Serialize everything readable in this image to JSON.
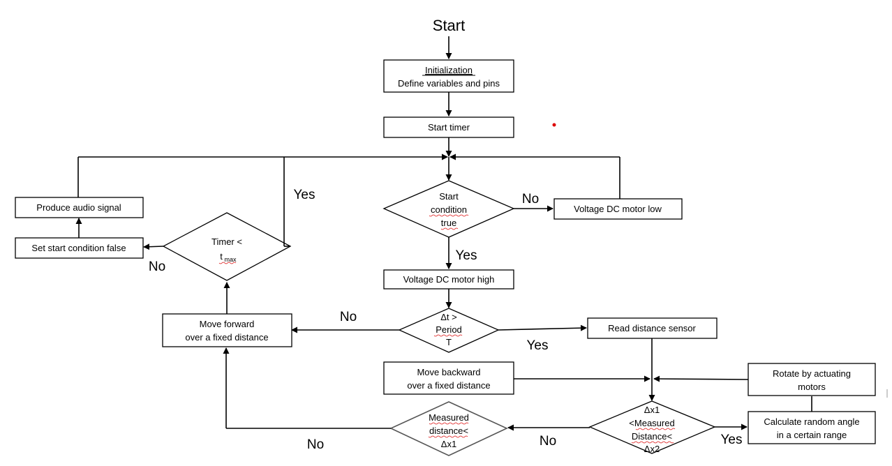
{
  "start": "Start",
  "nodes": {
    "init_title": "Initialization",
    "init_sub": "Define variables and pins",
    "start_timer": "Start timer",
    "start_cond_1": "Start",
    "start_cond_2": "condition",
    "start_cond_3": "true",
    "motor_low": "Voltage DC motor low",
    "motor_high": "Voltage DC motor high",
    "dt_1": "Δt >",
    "dt_2": "Period",
    "dt_3": "T",
    "read_sensor": "Read distance sensor",
    "move_fwd_1": "Move forward",
    "move_fwd_2": "over a fixed distance",
    "timer_1": "Timer <",
    "timer_2": "t",
    "timer_sub": "max",
    "set_false": "Set start condition false",
    "audio": "Produce audio signal",
    "move_back_1": "Move backward",
    "move_back_2": "over a fixed distance",
    "meas1_1": "Measured",
    "meas1_2": "distance<",
    "meas1_3": "Δx1",
    "meas2_1": "Δx1",
    "meas2_2": "<Measured",
    "meas2_3": "Distance<",
    "meas2_4": "Δx2",
    "rotate_1": "Rotate by actuating",
    "rotate_2": "motors",
    "calc_1": "Calculate random angle",
    "calc_2": "in a certain range"
  },
  "labels": {
    "yes_timer": "Yes",
    "no_start": "No",
    "yes_start": "Yes",
    "no_timer": "No",
    "no_dt": "No",
    "yes_dt": "Yes",
    "no_meas1": "No",
    "no_meas2": "No",
    "yes_meas2": "Yes"
  }
}
